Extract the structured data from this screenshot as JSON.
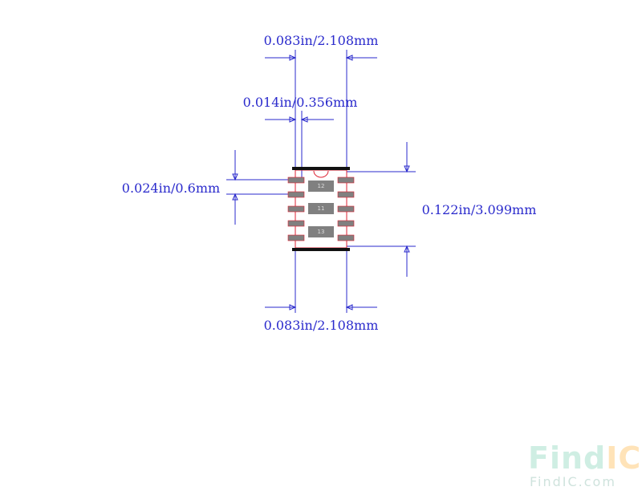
{
  "dimensions": {
    "top_width": "0.083in/2.108mm",
    "pad_width": "0.014in/0.356mm",
    "pitch": "0.024in/0.6mm",
    "height": "0.122in/3.099mm",
    "bottom_width": "0.083in/2.108mm"
  },
  "pads": {
    "thermal_top": "12",
    "thermal_mid": "11",
    "thermal_bottom": "13"
  },
  "watermark": {
    "brand_part1": "Find",
    "brand_part2": "IC",
    "url": "FindIC.com"
  },
  "colors": {
    "dimension": "#2a2acc",
    "outline": "#dd2233",
    "pad": "#808080",
    "watermark_find": "#cfeee3",
    "watermark_ic": "#ffe3b8"
  }
}
